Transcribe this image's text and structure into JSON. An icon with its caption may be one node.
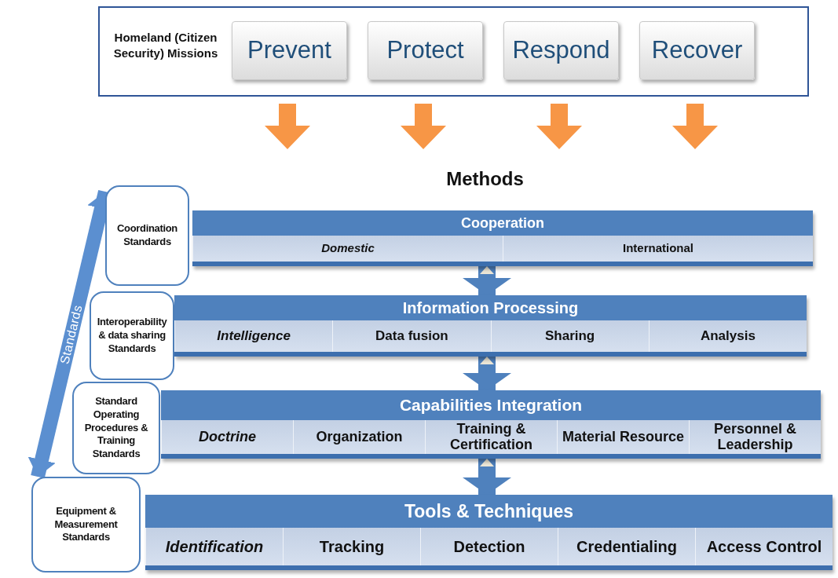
{
  "diagram": {
    "nodes": [
      {
        "text": [
          "Homeland (Citizen Security) Missions"
        ]
      },
      {
        "text": [
          "Prevent"
        ],
        "in": 0
      },
      {
        "text": [
          "Protect"
        ],
        "in": 0
      },
      {
        "text": [
          "Respond"
        ],
        "in": 0
      },
      {
        "text": [
          "Recover"
        ],
        "in": 0
      },
      {
        "text": [
          "Coordination Standards"
        ]
      },
      {
        "text": [
          "Cooperation"
        ]
      },
      {
        "text": [
          "Domestic"
        ],
        "in": 6
      },
      {
        "text": [
          "International"
        ],
        "in": 6
      },
      {
        "text": [
          "Interoperability & data sharing Standards"
        ]
      },
      {
        "text": [
          "Information Processing"
        ]
      },
      {
        "text": [
          "Intelligence"
        ],
        "in": 10
      },
      {
        "text": [
          "Data fusion"
        ],
        "in": 10
      },
      {
        "text": [
          "Sharing"
        ],
        "in": 10
      },
      {
        "text": [
          "Analysis"
        ],
        "in": 10
      },
      {
        "text": [
          "Standard Operating Procedures & Training Standards"
        ]
      },
      {
        "text": [
          "Capabilities Integration"
        ]
      },
      {
        "text": [
          "Doctrine"
        ],
        "in": 16
      },
      {
        "text": [
          "Organization"
        ],
        "in": 16
      },
      {
        "text": [
          "Training & Certification"
        ],
        "in": 16
      },
      {
        "text": [
          "Material Resource"
        ],
        "in": 16
      },
      {
        "text": [
          "Personnel & Leadership"
        ],
        "in": 16
      },
      {
        "text": [
          "Equipment & Measurement Standards"
        ]
      },
      {
        "text": [
          "Tools & Techniques"
        ]
      },
      {
        "text": [
          "Identification"
        ],
        "in": 23
      },
      {
        "text": [
          "Tracking"
        ],
        "in": 23
      },
      {
        "text": [
          "Detection"
        ],
        "in": 23
      },
      {
        "text": [
          "Credentialing"
        ],
        "in": 23
      },
      {
        "text": [
          "Access Control"
        ],
        "in": 23
      }
    ],
    "edges": [
      {
        "from": 0,
        "to": null,
        "arrow": "to"
      },
      {
        "from": 0,
        "to": null,
        "arrow": "to"
      },
      {
        "from": 0,
        "to": null,
        "arrow": "to"
      },
      {
        "from": 0,
        "to": null,
        "arrow": "to"
      },
      {
        "from": 6,
        "to": 10,
        "arrow": "both",
        "color": "#4f81bd"
      },
      {
        "from": 10,
        "to": 16,
        "arrow": "both",
        "color": "#4f81bd"
      },
      {
        "from": 16,
        "to": 23,
        "arrow": "both",
        "color": "#4f81bd"
      },
      {
        "from": 5,
        "to": 22,
        "arrow": "both",
        "label": "Standards",
        "color": "#5b8fd0"
      }
    ],
    "labels": [
      "Methods"
    ]
  }
}
